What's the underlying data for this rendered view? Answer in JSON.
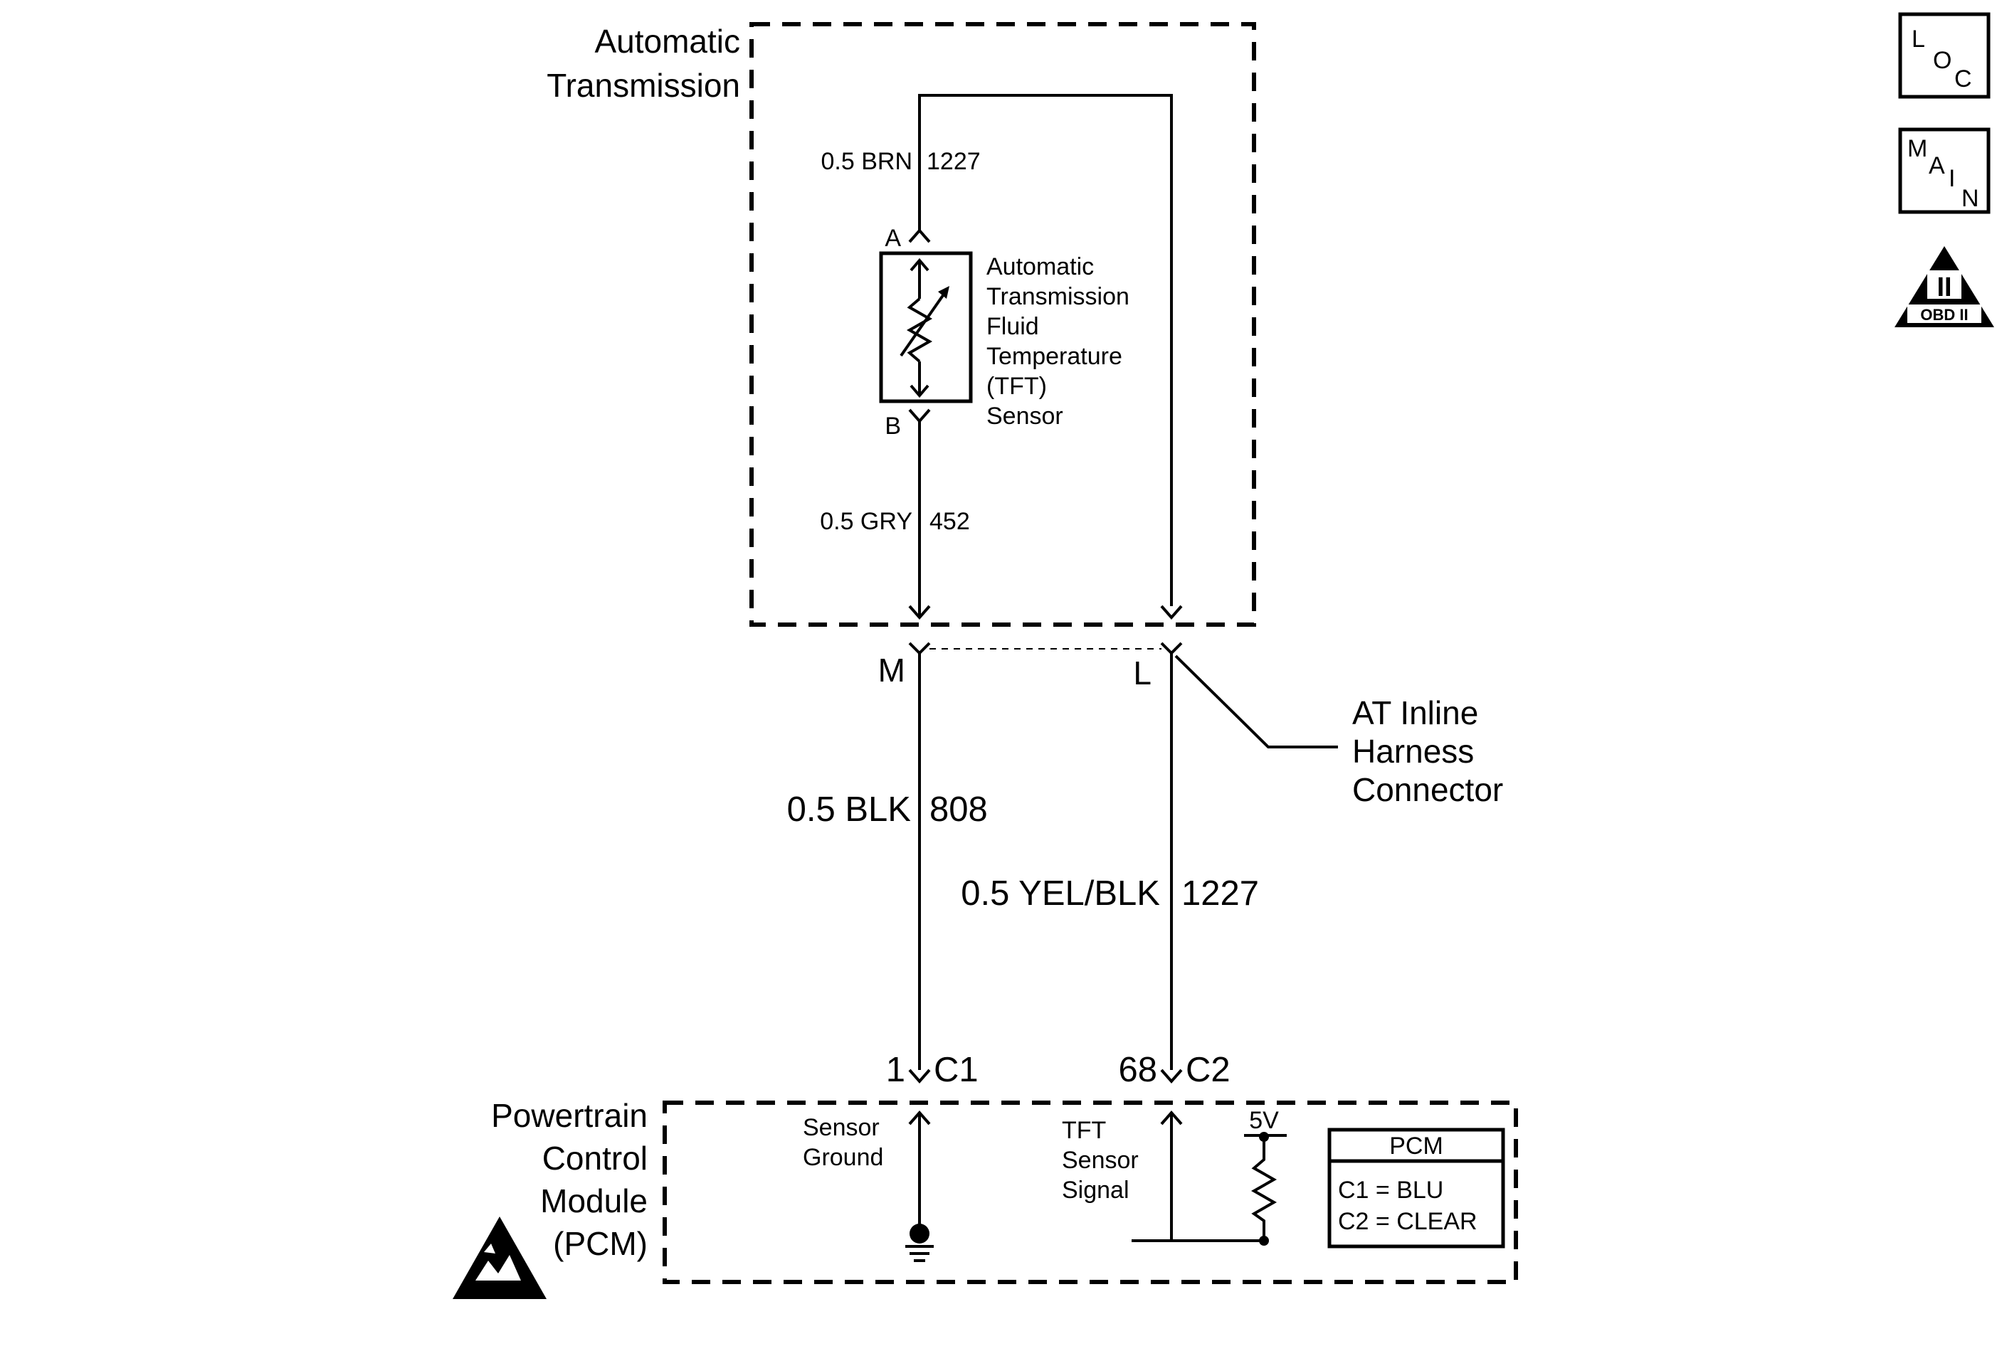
{
  "at_box": {
    "label_line1": "Automatic",
    "label_line2": "Transmission"
  },
  "wires": {
    "brn": {
      "label": "0.5 BRN",
      "circuit": "1227"
    },
    "gry": {
      "label": "0.5 GRY",
      "circuit": "452"
    },
    "blk": {
      "label": "0.5 BLK",
      "circuit": "808"
    },
    "yelblk": {
      "label": "0.5 YEL/BLK",
      "circuit": "1227"
    }
  },
  "sensor": {
    "pin_a": "A",
    "pin_b": "B",
    "label_lines": [
      "Automatic",
      "Transmission",
      "Fluid",
      "Temperature",
      "(TFT)",
      "Sensor"
    ]
  },
  "inline_connector": {
    "pin_m": "M",
    "pin_l": "L",
    "label_lines": [
      "AT Inline",
      "Harness",
      "Connector"
    ]
  },
  "pcm_pins": {
    "left_num": "1",
    "left_conn": "C1",
    "right_num": "68",
    "right_conn": "C2"
  },
  "pcm": {
    "label_lines": [
      "Powertrain",
      "Control",
      "Module",
      "(PCM)"
    ],
    "sensor_ground_lines": [
      "Sensor",
      "Ground"
    ],
    "tft_signal_lines": [
      "TFT",
      "Sensor",
      "Signal"
    ],
    "voltage": "5V",
    "table_title": "PCM",
    "table_rows": [
      "C1 = BLU",
      "C2 = CLEAR"
    ]
  },
  "icons": {
    "loc": {
      "c1": "L",
      "c2": "O",
      "c3": "C"
    },
    "main": {
      "c1": "M",
      "c2": "A",
      "c3": "I",
      "c4": "N"
    },
    "obd": {
      "top": "II",
      "bottom": "OBD II"
    }
  }
}
